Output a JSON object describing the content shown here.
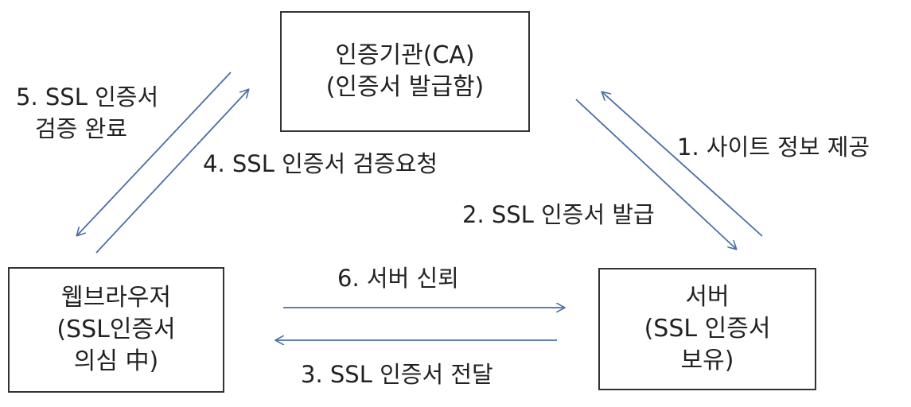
{
  "nodes": {
    "ca": {
      "line1": "인증기관(CA)",
      "line2": "(인증서 발급함)"
    },
    "browser": {
      "line1": "웹브라우저",
      "line2": "(SSL인증서",
      "line3": "의심 中)"
    },
    "server": {
      "line1": "서버",
      "line2": "(SSL 인증서",
      "line3": "보유)"
    }
  },
  "edges": {
    "step1": "1. 사이트 정보 제공",
    "step2": "2. SSL 인증서 발급",
    "step3": "3. SSL 인증서 전달",
    "step4": "4. SSL 인증서 검증요청",
    "step5_line1": "5. SSL 인증서",
    "step5_line2": "검증 완료",
    "step6": "6. 서버 신뢰"
  },
  "colors": {
    "arrow": "#4a6fa5",
    "border": "#333333",
    "text": "#222222"
  }
}
